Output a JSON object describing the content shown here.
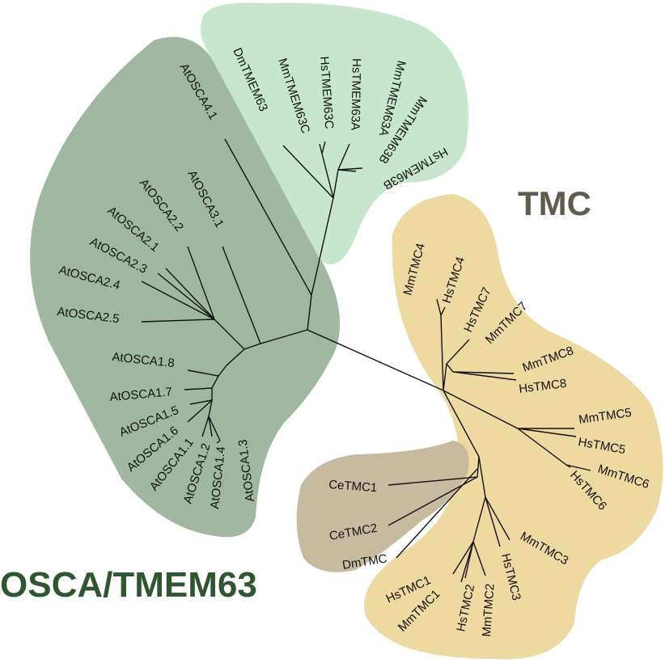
{
  "colors": {
    "osca": "#a0b8a1",
    "tmem63": "#c6e7cd",
    "tmc": "#eed9a1",
    "ce_dm": "#c6bb9f",
    "osca_title": "#2f5631",
    "tmc_title": "#5f5b4f"
  },
  "groups": {
    "osca_title": "OSCA/TMEM63",
    "tmc_title": "TMC"
  },
  "osca_leaves": [
    "AtOSCA4.1",
    "AtOSCA3.1",
    "AtOSCA2.2",
    "AtOSCA2.1",
    "AtOSCA2.3",
    "AtOSCA2.4",
    "AtOSCA2.5",
    "AtOSCA1.8",
    "AtOSCA1.7",
    "AtOSCA1.5",
    "AtOSCA1.6",
    "AtOSCA1.1",
    "AtOSCA1.2",
    "AtOSCA1.4",
    "AtOSCA1.3"
  ],
  "tmem63_leaves": [
    "DmTMEM63",
    "MmTMEM63C",
    "HsTMEM63C",
    "HsTMEM63A",
    "MmTMEM63A",
    "MmTMEM63B",
    "HsTMEM63B"
  ],
  "tmc_leaves": [
    "MmTMC4",
    "HsTMC4",
    "HsTMC7",
    "MmTMC7",
    "MmTMC8",
    "HsTMC8",
    "MmTMC5",
    "HsTMC5",
    "MmTMC6",
    "HsTMC6",
    "MmTMC3",
    "HsTMC3",
    "HsTMC2",
    "MmTMC2",
    "HsTMC1",
    "MmTMC1"
  ],
  "ce_dm_leaves": [
    "CeTMC1",
    "CeTMC2",
    "DmTMC"
  ]
}
